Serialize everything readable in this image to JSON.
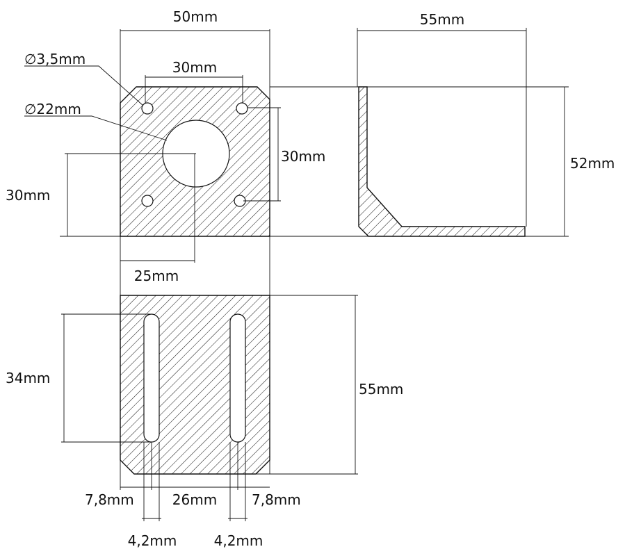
{
  "dimensions": {
    "top_width": "50mm",
    "hole_spacing_horizontal": "30mm",
    "small_hole_diameter": "∅3,5mm",
    "center_hole_diameter": "∅22mm",
    "hole_spacing_vertical": "30mm",
    "left_height": "30mm",
    "center_offset": "25mm",
    "side_width": "55mm",
    "side_height": "52mm",
    "slot_length": "34mm",
    "base_length": "55mm",
    "left_margin": "7,8mm",
    "slot_spacing": "26mm",
    "right_margin": "7,8mm",
    "slot_width_left": "4,2mm",
    "slot_width_right": "4,2mm"
  },
  "colors": {
    "line": "#111111",
    "background": "#ffffff"
  }
}
